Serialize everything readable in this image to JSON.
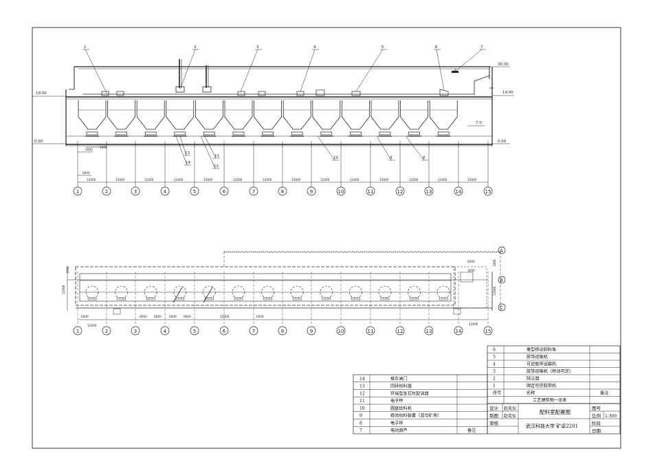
{
  "elevation": {
    "roof": "30.00",
    "left_top": "19.00",
    "right_top": "19.00",
    "left_base": "0.00",
    "right_base": "0.00",
    "mid": "7.0"
  },
  "callouts": [
    "1",
    "2",
    "3",
    "4",
    "5",
    "6",
    "7",
    "8",
    "9",
    "10",
    "11",
    "12",
    "13",
    "14"
  ],
  "grid_labels": [
    "1",
    "2",
    "3",
    "4",
    "5",
    "6",
    "7",
    "8",
    "9",
    "10",
    "11",
    "12",
    "13",
    "14",
    "15"
  ],
  "row_labels": [
    "A",
    "B",
    "C"
  ],
  "dims_elev": {
    "d1": "1400",
    "d2": "5000",
    "d3": "6000",
    "span": "12000",
    "last": "12000"
  },
  "dims_plan": {
    "d1": "6000",
    "d2": "12000",
    "d3": "6000",
    "d4": "6000",
    "d5": "6000",
    "d6": "6000",
    "d7": "12000",
    "d8": "6000",
    "last": "12000",
    "w1": "12000",
    "w2": "1600",
    "w3": "12000",
    "w4": "1800",
    "h1": "12000",
    "r1": "6400",
    "r2": "3000"
  },
  "legend_right": [
    {
      "no": "6",
      "name": "重型移动卸料车"
    },
    {
      "no": "5",
      "name": "胶带运输机"
    },
    {
      "no": "4",
      "name": "可逆胶带运输机"
    },
    {
      "no": "3",
      "name": "胶带运输机（移动可逆）"
    },
    {
      "no": "2",
      "name": "除尘器"
    },
    {
      "no": "1",
      "name": "固定可逆胶带机"
    }
  ],
  "legend_left": [
    {
      "no": "14",
      "name": "推灰闸门"
    },
    {
      "no": "13",
      "name": "回转给料器"
    },
    {
      "no": "12",
      "name": "环保型生石灰配消器"
    },
    {
      "no": "11",
      "name": "电子秤"
    },
    {
      "no": "10",
      "name": "圆盘给料机"
    },
    {
      "no": "9",
      "name": "稳流给料装置（混匀矿用）"
    },
    {
      "no": "8",
      "name": "电子秤"
    },
    {
      "no": "7",
      "name": "电动葫芦",
      "note": "备注"
    }
  ],
  "header_row": {
    "no": "序号",
    "name": "名称",
    "note": "备注"
  },
  "table_title": "工艺建筑物一览表",
  "title_block": {
    "design": "设计",
    "draw": "制图",
    "review": "审核",
    "designer": "赵克仪",
    "drafter": "赵克仪",
    "drawing_title": "配料室配置图",
    "school": "武汉科技大学 矿卓2201",
    "fig_no": "图号",
    "scale_label": "比例",
    "scale": "1:300",
    "stage": "阶段",
    "date": "日期"
  }
}
